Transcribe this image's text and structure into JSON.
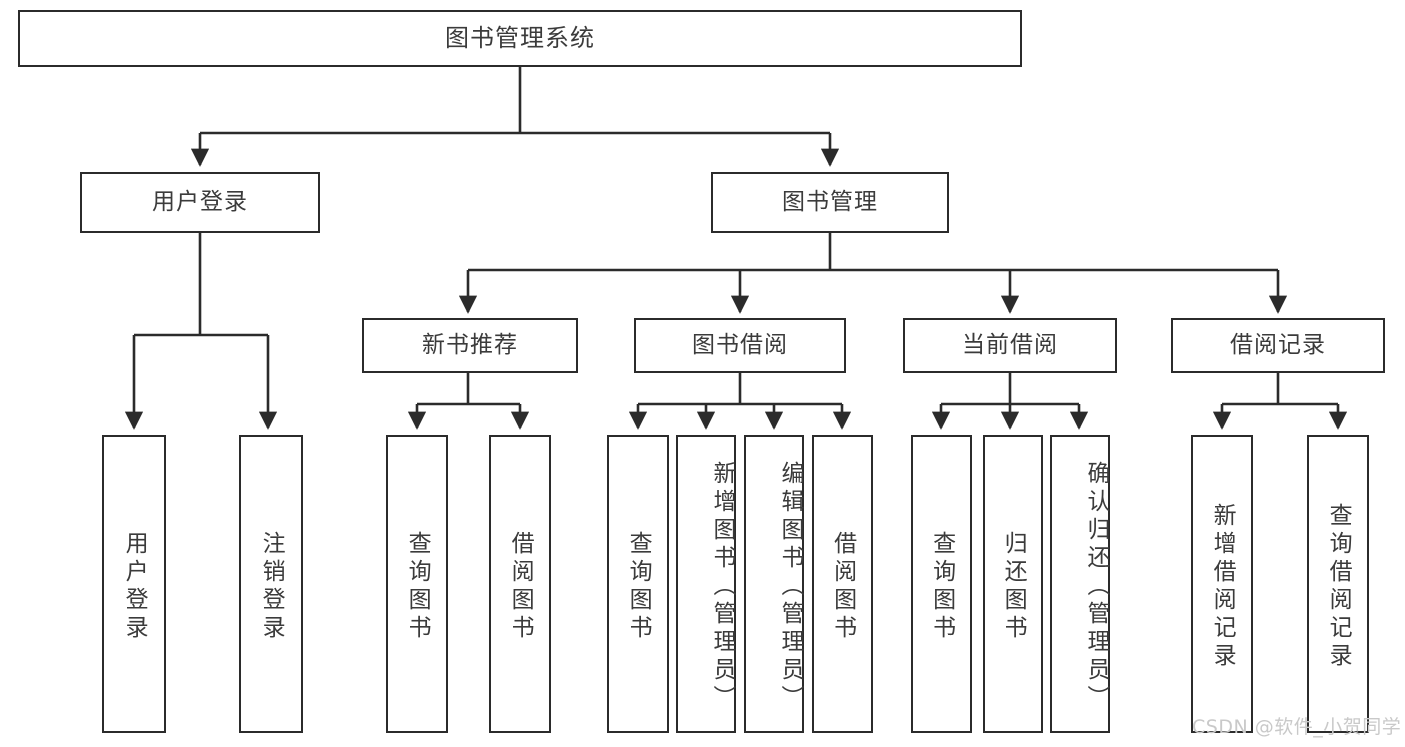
{
  "diagram": {
    "title": "图书管理系统",
    "type": "tree-hierarchy-diagram",
    "colors": {
      "box_border": "#2b2b2b",
      "box_fill": "#ffffff",
      "text": "#3b3b3b",
      "connector": "#2b2b2b",
      "watermark": "#c9c9c9",
      "background": "#ffffff"
    },
    "root": {
      "label": "图书管理系统"
    },
    "level2": [
      {
        "label": "用户登录"
      },
      {
        "label": "图书管理"
      }
    ],
    "level3": [
      {
        "label": "新书推荐"
      },
      {
        "label": "图书借阅"
      },
      {
        "label": "当前借阅"
      },
      {
        "label": "借阅记录"
      }
    ],
    "leaves": {
      "user_login": [
        {
          "label": "用户登录"
        },
        {
          "label": "注销登录"
        }
      ],
      "new_book_recommend": [
        {
          "label": "查询图书"
        },
        {
          "label": "借阅图书"
        }
      ],
      "book_borrow": [
        {
          "label": "查询图书"
        },
        {
          "label": "新增图书（管理员）"
        },
        {
          "label": "编辑图书（管理员）"
        },
        {
          "label": "借阅图书"
        }
      ],
      "current_borrow": [
        {
          "label": "查询图书"
        },
        {
          "label": "归还图书"
        },
        {
          "label": "确认归还（管理员）"
        }
      ],
      "borrow_record": [
        {
          "label": "新增借阅记录"
        },
        {
          "label": "查询借阅记录"
        }
      ]
    },
    "watermark": "CSDN @软件_小贺同学"
  }
}
